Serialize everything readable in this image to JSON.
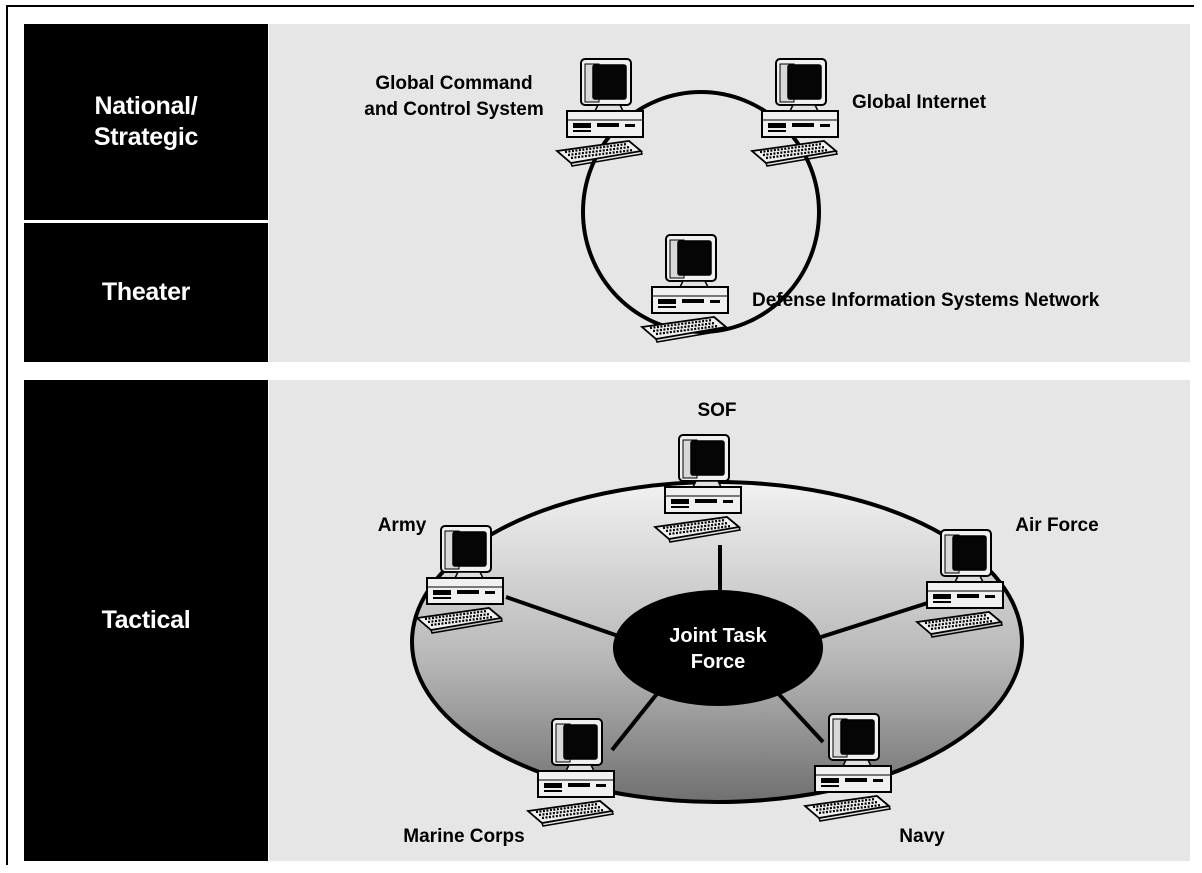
{
  "levels": {
    "national_strategic": "National/\nStrategic",
    "theater": "Theater",
    "tactical": "Tactical"
  },
  "upper_network": {
    "nodes": {
      "gccs_line1": "Global Command",
      "gccs_line2": "and Control System",
      "global_internet": "Global Internet",
      "disn": "Defense Information Systems Network"
    }
  },
  "lower_network": {
    "hub_line1": "Joint Task",
    "hub_line2": "Force",
    "nodes": {
      "sof": "SOF",
      "army": "Army",
      "air_force": "Air Force",
      "marine_corps": "Marine Corps",
      "navy": "Navy"
    }
  },
  "colors": {
    "panel": "#e6e6e6",
    "label_bg": "#000000",
    "label_text": "#ffffff"
  }
}
